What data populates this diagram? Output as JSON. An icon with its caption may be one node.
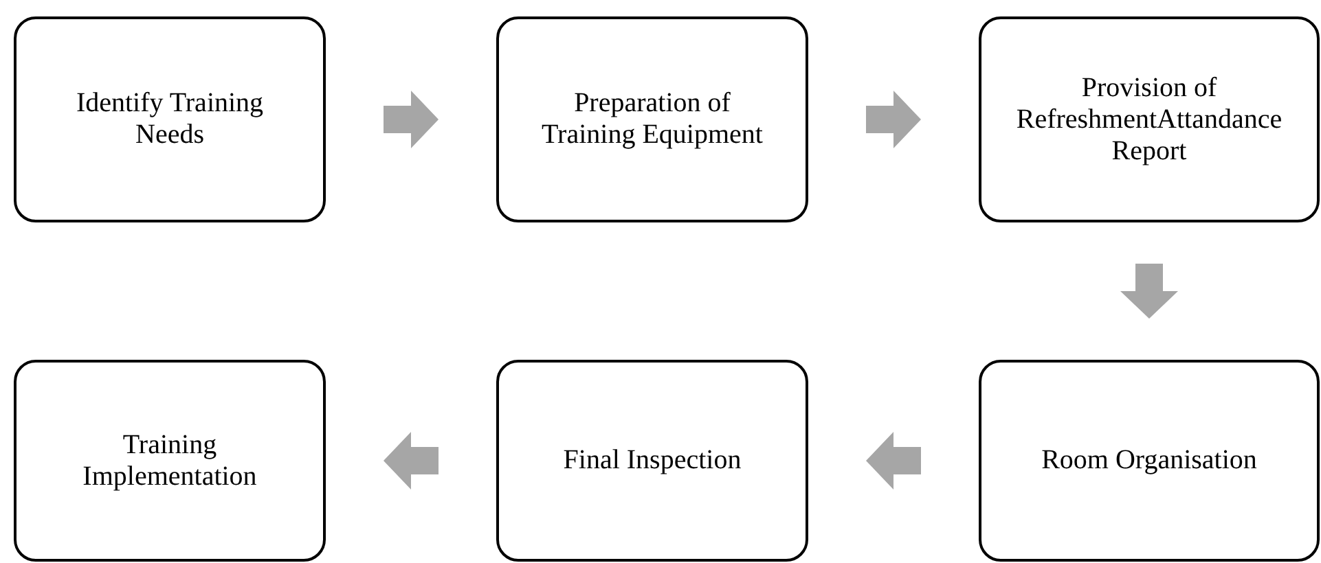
{
  "diagram": {
    "nodes": [
      {
        "text": [
          "Identify Training Needs"
        ]
      },
      {
        "text": [
          "Preparation of Training Equipment"
        ]
      },
      {
        "text": [
          "Provision of RefreshmentAttandance Report"
        ]
      },
      {
        "text": [
          "Room Organisation"
        ]
      },
      {
        "text": [
          "Final Inspection"
        ]
      },
      {
        "text": [
          "Training Implementation"
        ]
      }
    ],
    "edges": [
      {
        "from": 0,
        "to": 1,
        "arrow": "to"
      },
      {
        "from": 1,
        "to": 2,
        "arrow": "to"
      },
      {
        "from": 2,
        "to": 3,
        "arrow": "to"
      },
      {
        "from": 3,
        "to": 4,
        "arrow": "to"
      },
      {
        "from": 4,
        "to": 5,
        "arrow": "to"
      }
    ]
  }
}
